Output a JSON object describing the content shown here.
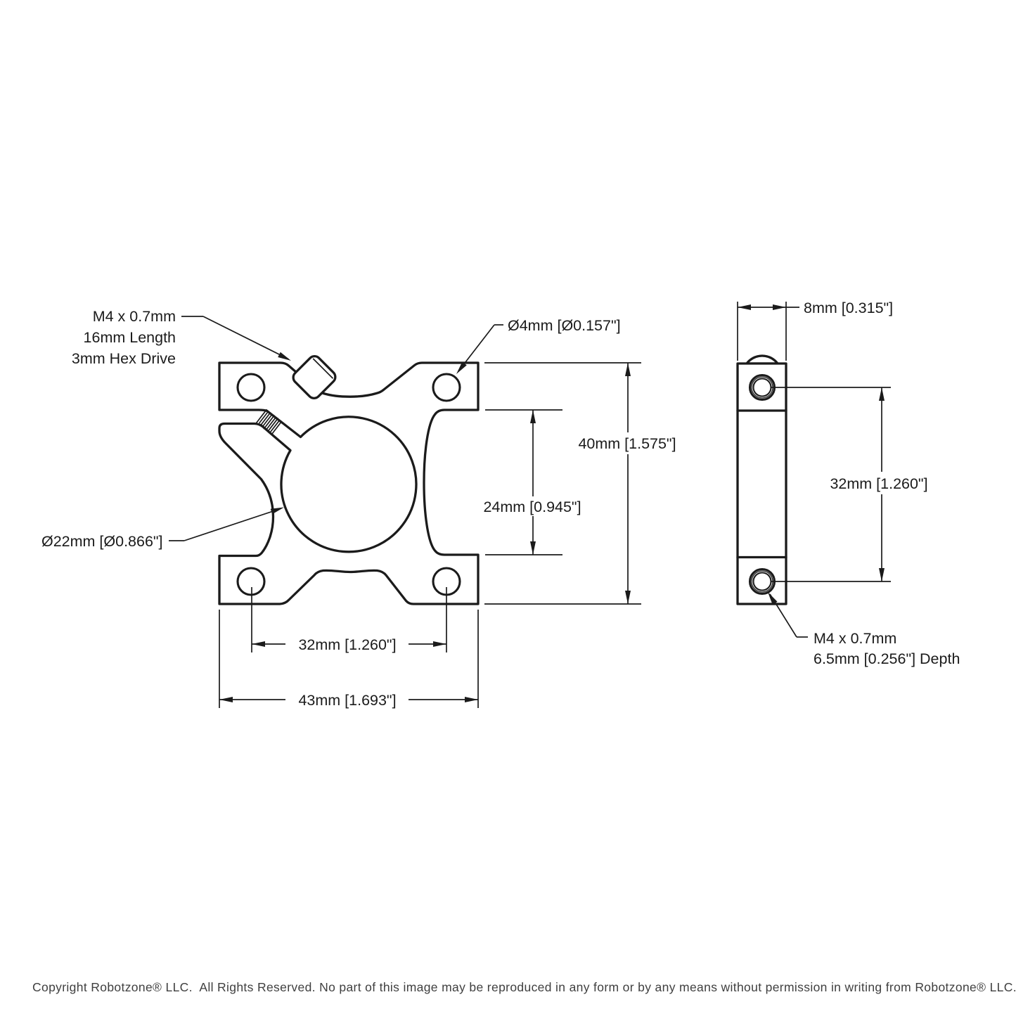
{
  "front_view": {
    "screw_label": {
      "line1": "M4 x 0.7mm",
      "line2": "16mm Length",
      "line3": "3mm Hex Drive"
    },
    "hole_label": "Ø4mm [Ø0.157\"]",
    "bore_label": "Ø22mm [Ø0.866\"]",
    "dim_height": "40mm [1.575\"]",
    "dim_inner_height": "24mm [0.945\"]",
    "dim_hole_spacing": "32mm [1.260\"]",
    "dim_width": "43mm [1.693\"]"
  },
  "side_view": {
    "dim_thickness": "8mm [0.315\"]",
    "dim_hole_spacing": "32mm [1.260\"]",
    "thread_label": {
      "line1": "M4 x 0.7mm",
      "line2": "6.5mm [0.256\"] Depth"
    }
  },
  "footer": {
    "copyright": "Copyright Robotzone® LLC.  All Rights Reserved. No part of this image may be reproduced in any form or by any means without permission in writing from Robotzone® LLC."
  },
  "colors": {
    "line": "#1b1b1b",
    "text": "#1b1b1b",
    "copyright_text": "#3f3f3f",
    "background": "#ffffff"
  }
}
